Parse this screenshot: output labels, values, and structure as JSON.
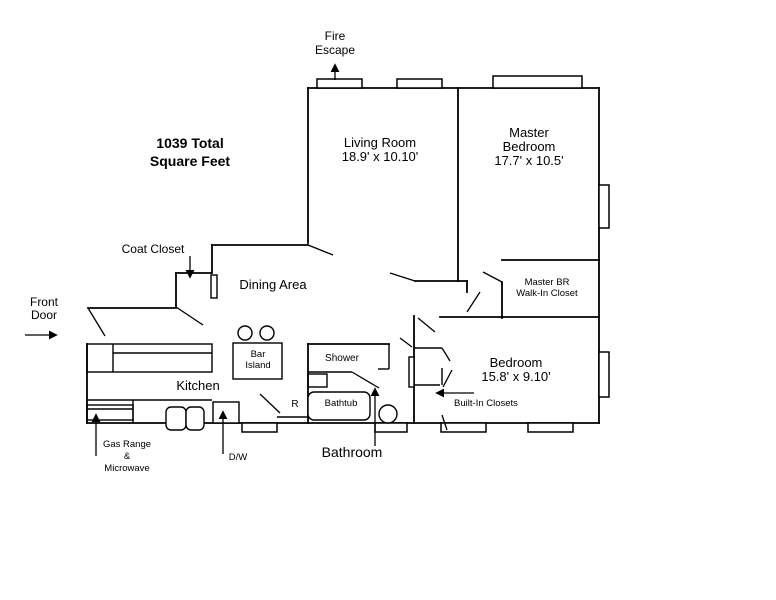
{
  "colors": {
    "line": "#000000",
    "background": "#ffffff"
  },
  "total": {
    "line1": "1039 Total",
    "line2": "Square Feet"
  },
  "rooms": {
    "living_room": {
      "line1": "Living Room",
      "line2": "18.9' x 10.10'"
    },
    "master_bedroom": {
      "line1": "Master",
      "line2": "Bedroom",
      "line3": "17.7' x 10.5'"
    },
    "bedroom": {
      "line1": "Bedroom",
      "line2": "15.8' x 9.10'"
    },
    "dining_area": {
      "line1": "Dining Area"
    },
    "kitchen": {
      "line1": "Kitchen"
    },
    "bathroom": {
      "line1": "Bathroom"
    }
  },
  "callouts": {
    "fire_escape": {
      "line1": "Fire",
      "line2": "Escape"
    },
    "coat_closet": {
      "line1": "Coat Closet"
    },
    "front_door": {
      "line1": "Front",
      "line2": "Door"
    },
    "master_br_walk_in": {
      "line1": "Master BR",
      "line2": "Walk-In Closet"
    },
    "built_in_closets": {
      "line1": "Built-In Closets"
    },
    "gas_range_microwave": {
      "line1": "Gas Range",
      "line2": "&",
      "line3": "Microwave"
    },
    "dishwasher": {
      "line1": "D/W"
    }
  },
  "fixtures": {
    "bar_island": {
      "line1": "Bar",
      "line2": "Island"
    },
    "shower": {
      "line1": "Shower"
    },
    "bathtub": {
      "line1": "Bathtub"
    },
    "refrigerator": {
      "line1": "R"
    }
  }
}
